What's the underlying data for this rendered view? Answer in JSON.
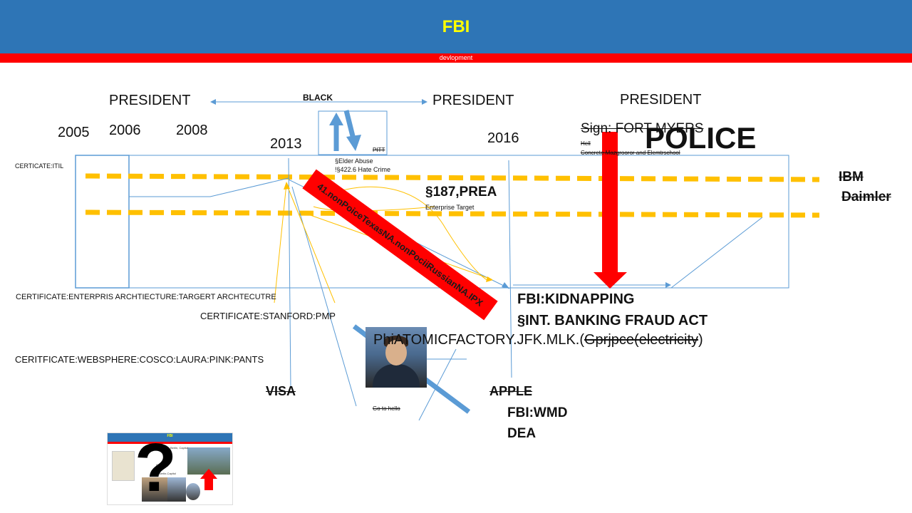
{
  "header": {
    "title": "FBI",
    "subtitle": "devlopment"
  },
  "colors": {
    "header_blue": "#2e75b6",
    "title_yellow": "#ffff00",
    "bar_red": "#ff0000",
    "dashed_orange": "#ffc000",
    "line_blue": "#5b9bd5"
  },
  "timeline": {
    "presidents": [
      "PRESIDENT",
      "PRESIDENT",
      "PRESIDENT"
    ],
    "black_label": "BLACK",
    "years": [
      "2005",
      "2006",
      "2008",
      "2013",
      "2016"
    ]
  },
  "labels": {
    "sign": "Sign: FORT MYERS",
    "police": "POLICE",
    "hell": "Hell",
    "concrete": "Concrete Mazgrooror and Elemtrschool",
    "pitt": "PITT",
    "elder_abuse": "§Elder Abuse",
    "hate_crime": "!§422.6 Hate Crime",
    "prea": "§187,PREA",
    "enterprise_target": "Enterprise Target",
    "ibm": "IBM",
    "daimler": "Daimler",
    "cert_itil": "CERTICATE:ITIL",
    "cert_enterprise": "CERTIFICATE:ENTERPRIS  ARCHTIECTURE:TARGERT  ARCHTECUTRE",
    "cert_stanford": "CERTIFICATE:STANFORD:PMP",
    "cert_websphere": "CERITFICATE:WEBSPHERE:COSCO:LAURA:PINK:PANTS",
    "banner": "41.nonPoiceTexasNA.nonPociiRussianNA.IPX",
    "fbi_kidnapping": "FBI:KIDNAPPING",
    "banking_fraud": "§INT. BANKING FRAUD ACT",
    "atomic_factory": "PhiATOMICFACTORY.JFK.MLK.(",
    "atomic_strike": "Gprjpce(electricity",
    "atomic_close": ")",
    "visa": "VISA",
    "apple": "APPLE",
    "go_to_hello": "Go to hello",
    "fbi_wmd": "FBI:WMD",
    "dea": "DEA"
  },
  "thumbnail": {
    "title": "FBI",
    "question": "?",
    "text1": "Berlin, Capitol",
    "text2": "(BERLIN)",
    "text3": "Berlin-Capitol"
  }
}
